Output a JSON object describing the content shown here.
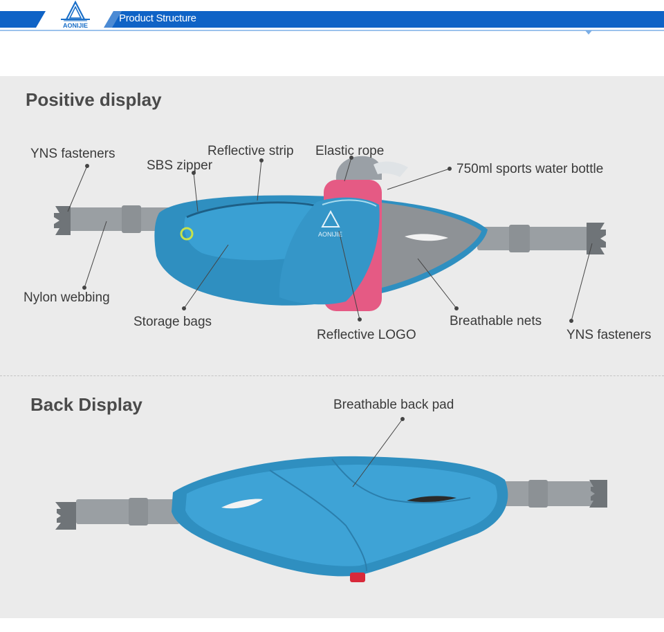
{
  "header": {
    "brand": "AONIJIE",
    "title": "Product  Structure"
  },
  "front": {
    "title": "Positive display",
    "labels": {
      "yns_left": "YNS fasteners",
      "sbs_zipper": "SBS zipper",
      "reflective_strip": "Reflective strip",
      "elastic_rope": "Elastic rope",
      "water_bottle": "750ml sports water bottle",
      "nylon_webbing": "Nylon webbing",
      "storage_bags": "Storage bags",
      "reflective_logo": "Reflective LOGO",
      "breathable_nets": "Breathable nets",
      "yns_right": "YNS fasteners"
    },
    "pack_logo": "AONIJIE"
  },
  "back": {
    "title": "Back Display",
    "labels": {
      "back_pad": "Breathable back pad"
    }
  },
  "colors": {
    "banner_blue": "#0f63c6",
    "pack_blue": "#2f8fc0",
    "strap_gray": "#9a9fa3",
    "panel_bg": "#ebebeb"
  }
}
